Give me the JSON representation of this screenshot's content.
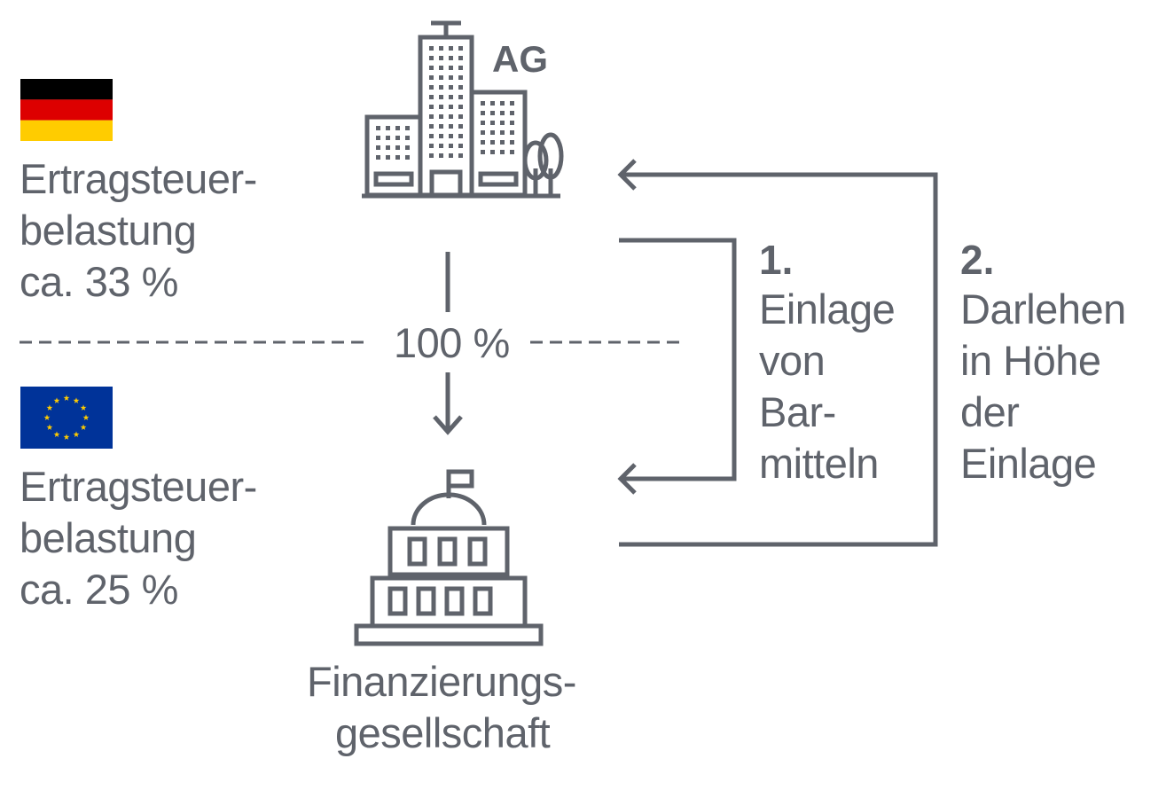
{
  "colors": {
    "stroke": "#5f636b",
    "text": "#5f636b",
    "eu_blue": "#003399",
    "eu_star": "#ffcc00",
    "de_black": "#000000",
    "de_red": "#dd0000",
    "de_gold": "#ffcc00"
  },
  "germany": {
    "flag": "germany-flag",
    "tax_line1": "Ertragsteuer-",
    "tax_line2": "belastung",
    "tax_line3": "ca. 33 %"
  },
  "eu": {
    "flag": "eu-flag",
    "tax_line1": "Ertragsteuer-",
    "tax_line2": "belastung",
    "tax_line3": "ca. 25 %"
  },
  "ag": {
    "icon": "office-buildings-icon",
    "label": "AG"
  },
  "ownership": {
    "label": "100 %"
  },
  "financing_company": {
    "icon": "government-building-icon",
    "label_line1": "Finanzierungs-",
    "label_line2": "gesellschaft"
  },
  "step1": {
    "number": "1.",
    "line1": "Einlage",
    "line2": "von",
    "line3": "Bar-",
    "line4": "mitteln"
  },
  "step2": {
    "number": "2.",
    "line1": "Darlehen",
    "line2": "in Höhe",
    "line3": "der",
    "line4": "Einlage"
  }
}
